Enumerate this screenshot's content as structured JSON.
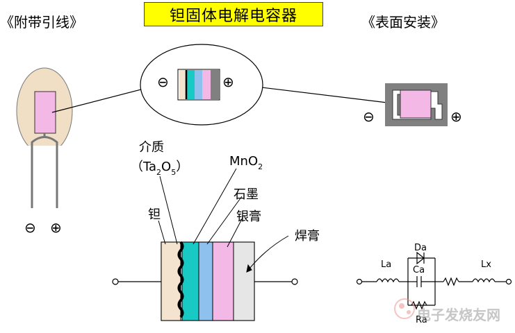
{
  "title": "钽固体电解电容器",
  "labels": {
    "leaded": "《附带引线》",
    "smd": "《表面安装》",
    "dielectric": "介质",
    "ta2o5_open": "（Ta",
    "ta2o5_sub2": "2",
    "ta2o5_o": "O",
    "ta2o5_sub5": "5",
    "ta2o5_close": "）",
    "mno2_main": "MnO",
    "mno2_sub": "2",
    "graphite": "石墨",
    "tantalum": "钽",
    "silver": "银膏",
    "solder": "焊膏"
  },
  "symbols": {
    "minus": "⊖",
    "plus": "⊕"
  },
  "circuit": {
    "La": "La",
    "Da": "Da",
    "Ca": "Ca",
    "Lx": "Lx",
    "Ra": "Ra"
  },
  "watermark": "电子发烧友网",
  "colors": {
    "title_bg": "#ffff00",
    "ellipse_fill": "#f1dfc5",
    "pink": "#f3b8e6",
    "teal": "#19c9c4",
    "blue": "#8fc1ee",
    "grey": "#808080",
    "beige": "#f4e3cf",
    "light_grey": "#e6e6e6"
  }
}
